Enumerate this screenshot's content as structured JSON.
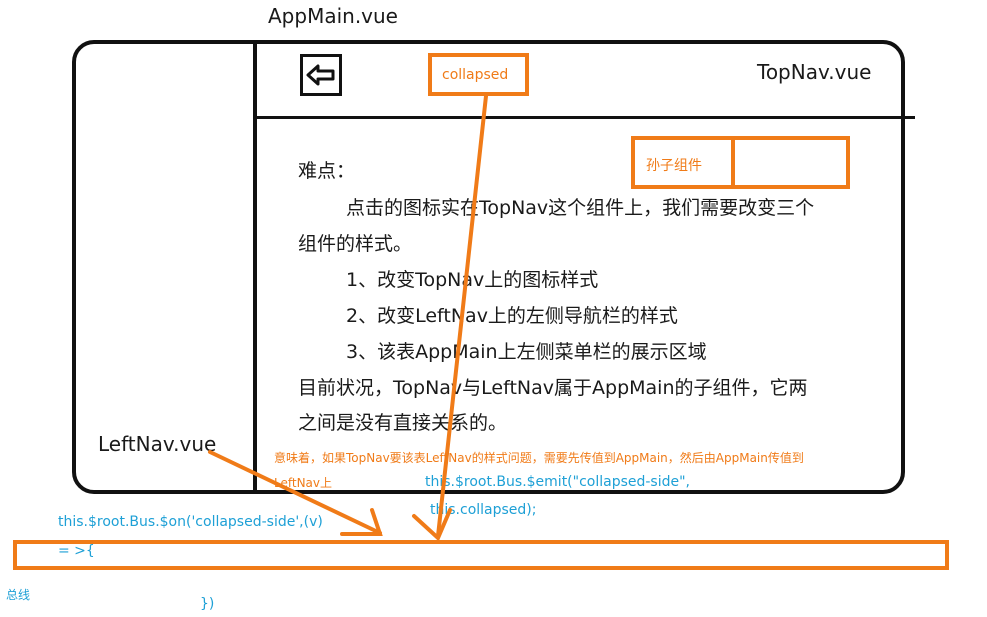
{
  "labels": {
    "app_main": "AppMain.vue",
    "top_nav": "TopNav.vue",
    "left_nav": "LeftNav.vue",
    "collapsed": "collapsed",
    "grandchild": "孙子组件",
    "bus": "总线"
  },
  "description": {
    "heading": "难点：",
    "line1": "点击的图标实在TopNav这个组件上，我们需要改变三个",
    "line2": "组件的样式。",
    "item1": "1、改变TopNav上的图标样式",
    "item2": "2、改变LeftNav上的左侧导航栏的样式",
    "item3": "3、该表AppMain上左侧菜单栏的展示区域",
    "status1": "目前状况，TopNav与LeftNav属于AppMain的子组件，它两",
    "status2": "之间是没有直接关系的。"
  },
  "note": {
    "line1": "意味着，如果TopNav要该表LeftNav的样式问题，需要先传值到AppMain，然后由AppMain传值到",
    "line2": "LeftNav上"
  },
  "code": {
    "emit_line1": "this.$root.Bus.$emit(\"collapsed-side\",",
    "emit_line2": "this.collapsed);",
    "on_line1": "this.$root.Bus.$on('collapsed-side',(v)",
    "on_line2": "= >{",
    "on_line3": "})"
  },
  "colors": {
    "orange": "#f07b18",
    "blue": "#1ea0d6",
    "black": "#111111"
  },
  "icons": {
    "collapse_button": "arrow-left-icon"
  }
}
